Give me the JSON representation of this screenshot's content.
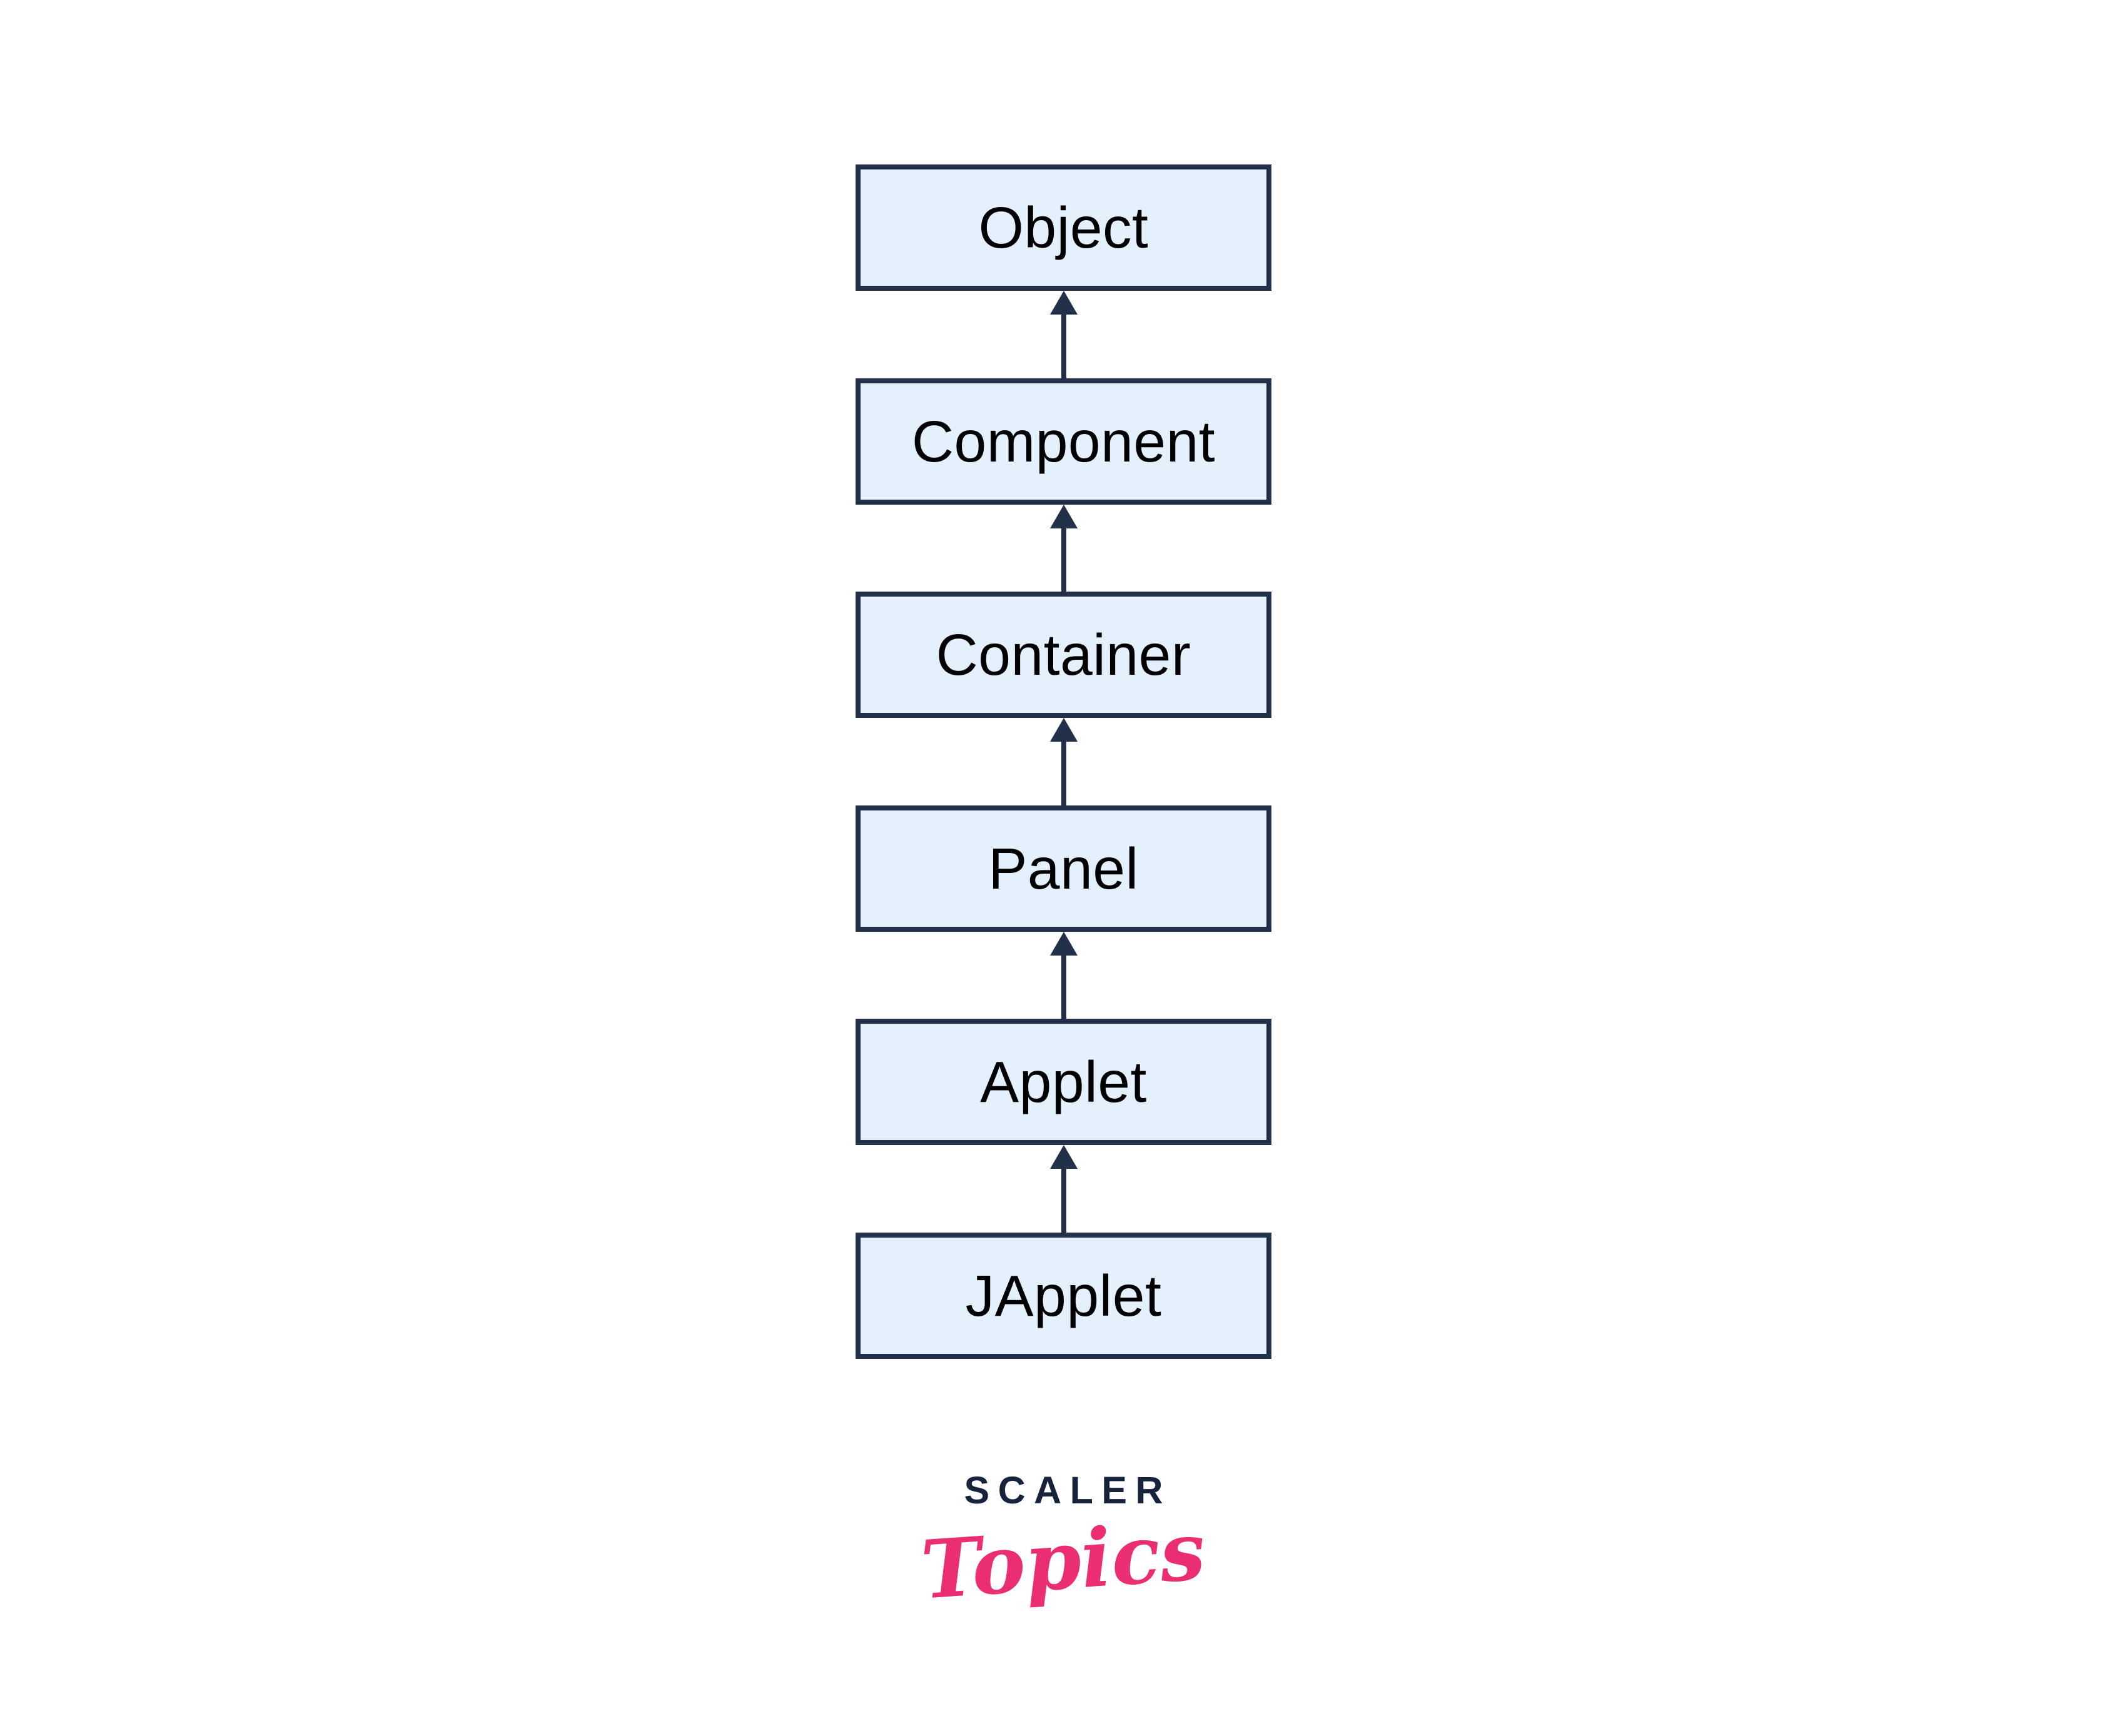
{
  "diagram": {
    "levels": [
      {
        "label": "Object"
      },
      {
        "label": "Component"
      },
      {
        "label": "Container"
      },
      {
        "label": "Panel"
      },
      {
        "label": "Applet"
      },
      {
        "label": "JApplet"
      }
    ]
  },
  "branding": {
    "logo_top": "SCALER",
    "logo_bottom": "Topics"
  },
  "colors": {
    "background": "#FFFFFF",
    "box_fill": "#E4F1FC",
    "box_border": "#22304A",
    "arrow": "#22304A",
    "label_text": "#000000",
    "logo_navy": "#16233A",
    "logo_pink": "#EB2E72"
  }
}
